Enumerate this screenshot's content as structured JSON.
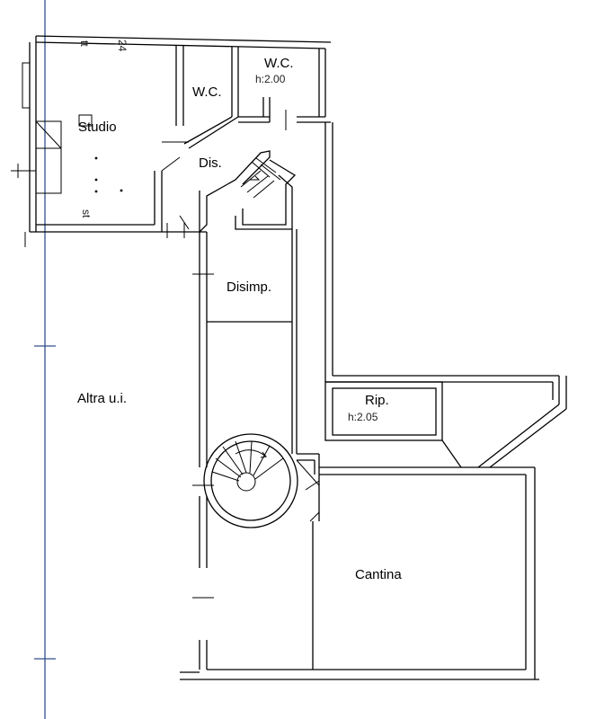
{
  "rooms": {
    "studio": "Studio",
    "wc_1": "W.C.",
    "wc_2": "W.C.",
    "wc_2_height": "h:2.00",
    "dis": "Dis.",
    "disimp": "Disimp.",
    "altra": "Altra u.i.",
    "rip": "Rip.",
    "rip_height": "h:2.05",
    "cantina": "Cantina"
  },
  "fragments": {
    "top_number": "24",
    "frag_a": "tt",
    "frag_b": "st"
  },
  "colors": {
    "wall": "#000000",
    "grid_line": "#33508c",
    "background": "#ffffff"
  }
}
